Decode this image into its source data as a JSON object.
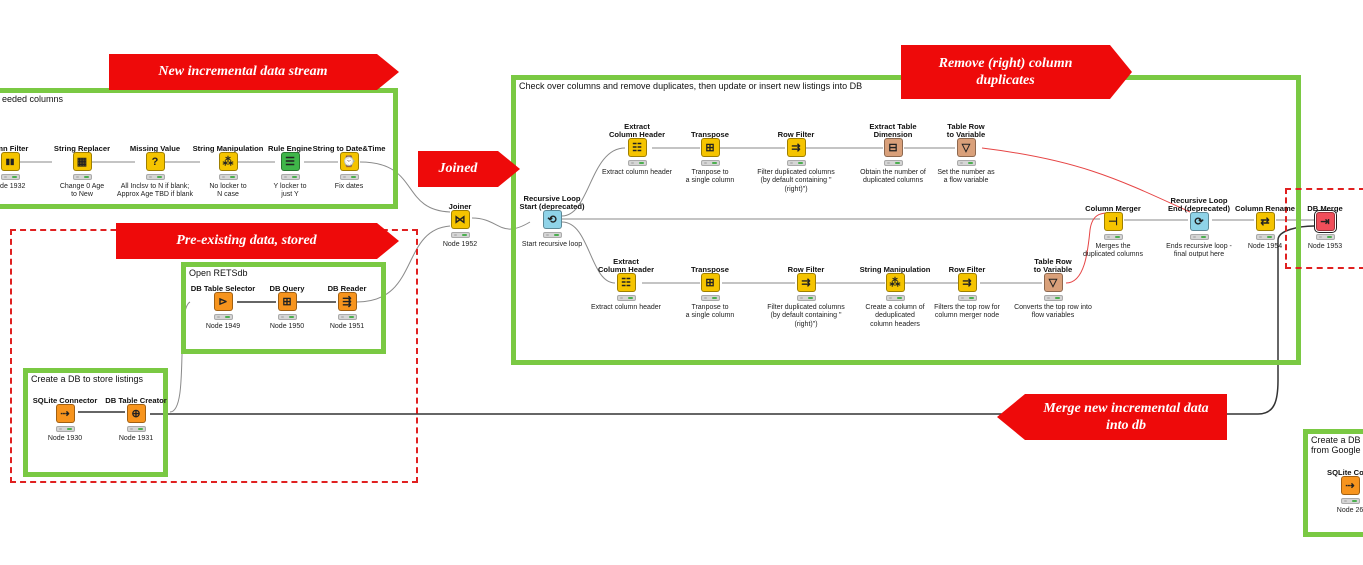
{
  "banners": {
    "new_stream": "New incremental data stream",
    "preexisting": "Pre-existing data, stored",
    "joined": "Joined",
    "remove_dupes": "Remove (right) column\nduplicates",
    "merge": "Merge new incremental data\ninto db"
  },
  "boxes": {
    "needed_columns": "eeded columns",
    "open_retsdb": "Open RETSdb",
    "create_db": "Create a DB to store  listings",
    "check_columns": "Check over columns and remove duplicates, then update or insert new listings into DB",
    "create_db_google": "Create a DB t\nfrom Google"
  },
  "nodes": {
    "column_filter": {
      "title": "umn Filter",
      "desc": "lode 1932"
    },
    "string_replacer": {
      "title": "String Replacer",
      "desc": "Change 0 Age\nto New"
    },
    "missing_value": {
      "title": "Missing Value",
      "desc": "All Inclsv to N if blank;\nApprox Age TBD if blank"
    },
    "string_manip_1": {
      "title": "String Manipulation",
      "desc": "No locker to\nN case"
    },
    "rule_engine": {
      "title": "Rule Engine",
      "desc": "Y locker to\njust Y"
    },
    "string_to_date": {
      "title": "String to Date&Time",
      "desc": "Fix dates"
    },
    "joiner": {
      "title": "Joiner",
      "desc": "Node 1952"
    },
    "db_table_selector": {
      "title": "DB Table Selector",
      "desc": "Node 1949"
    },
    "db_query": {
      "title": "DB Query",
      "desc": "Node 1950"
    },
    "db_reader": {
      "title": "DB Reader",
      "desc": "Node 1951"
    },
    "sqlite_connector": {
      "title": "SQLite Connector",
      "desc": "Node 1930"
    },
    "db_table_creator": {
      "title": "DB Table Creator",
      "desc": "Node 1931"
    },
    "recursive_loop_start": {
      "title": "Recursive Loop\nStart (deprecated)",
      "desc": "Start recursive loop"
    },
    "extract_col_header_1": {
      "title": "Extract\nColumn Header",
      "desc": "Extract column header"
    },
    "transpose_1": {
      "title": "Transpose",
      "desc": "Tranpose to\na single column"
    },
    "row_filter_1": {
      "title": "Row Filter",
      "desc": "Filter duplicated columns\n(by default containing \" (right)\")"
    },
    "extract_table_dim": {
      "title": "Extract Table\nDimension",
      "desc": "Obtain the number of\nduplicated columns"
    },
    "table_row_to_var_1": {
      "title": "Table Row\nto Variable",
      "desc": "Set the  number  as\na flow variable"
    },
    "extract_col_header_2": {
      "title": "Extract\nColumn Header",
      "desc": "Extract column header"
    },
    "transpose_2": {
      "title": "Transpose",
      "desc": "Tranpose to\na single column"
    },
    "row_filter_2": {
      "title": "Row Filter",
      "desc": "Filter duplicated columns\n(by default  containing \"  (right)\")"
    },
    "string_manip_2": {
      "title": "String Manipulation",
      "desc": "Create a column of\ndeduplicated\ncolumn headers"
    },
    "row_filter_3": {
      "title": "Row Filter",
      "desc": "Filters the top row for\ncolumn merger node"
    },
    "table_row_to_var_2": {
      "title": "Table Row\nto Variable",
      "desc": "Converts the top row into\nflow variables"
    },
    "column_merger": {
      "title": "Column Merger",
      "desc": "Merges the\nduplicated columns"
    },
    "recursive_loop_end": {
      "title": "Recursive Loop\nEnd (deprecated)",
      "desc": "Ends recursive loop -\nfinal output here"
    },
    "column_rename": {
      "title": "Column Rename",
      "desc": "Node 1954"
    },
    "db_merge": {
      "title": "DB Merge",
      "desc": "Node 1953"
    },
    "sqlite_connector_2": {
      "title": "SQLite Conn",
      "desc": "Node 26"
    }
  },
  "icons": {
    "column_filter": "▮▮",
    "string_replacer": "▦",
    "missing_value": "?",
    "string_manip": "⁂",
    "rule_engine": "☰",
    "string_to_date": "⌚",
    "joiner": "⋈",
    "db_table_selector": "⊳",
    "db_query": "⊞",
    "db_reader": "⇶",
    "sqlite_connector": "⇢",
    "db_table_creator": "⊕",
    "recursive_loop_start": "⟲",
    "extract_col_header": "☷",
    "transpose": "⊞",
    "row_filter": "⇉",
    "extract_table_dim": "⊟",
    "table_row_to_var": "▽",
    "column_merger": "⊣",
    "recursive_loop_end": "⟳",
    "column_rename": "⇄",
    "db_merge": "⇥"
  },
  "colors": {
    "box_border": "#7ac943",
    "banner": "#ee0a0a",
    "flow_variable_line": "#e64545",
    "data_line": "#8a8a8a",
    "db_line": "#333333"
  }
}
